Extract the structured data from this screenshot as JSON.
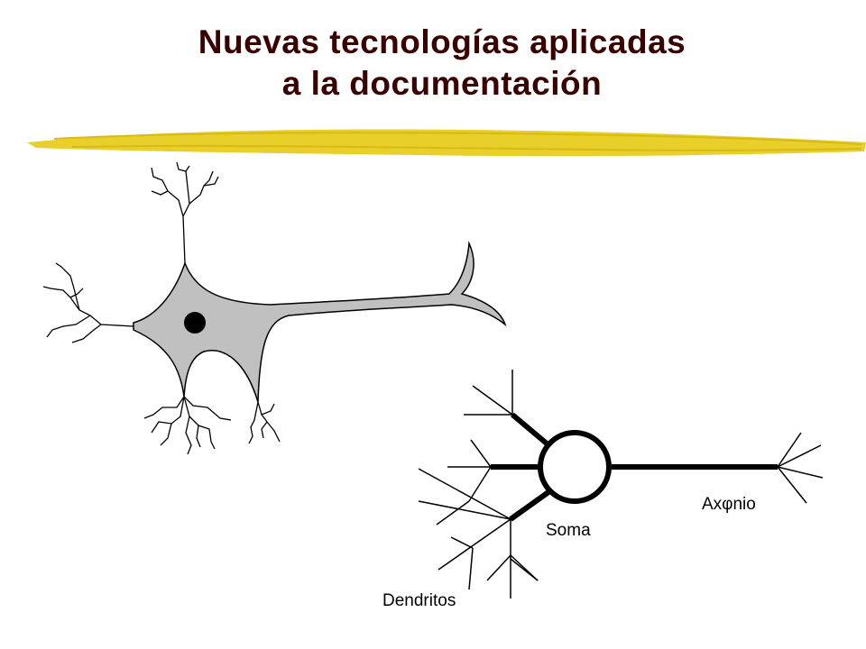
{
  "title": {
    "line1": "Nuevas tecnologías aplicadas",
    "line2": "a la documentación"
  },
  "colors": {
    "title_text": "#3a0000",
    "brush_stroke": "#e8cf2a",
    "brush_dark": "#d9ba15",
    "soma_fill": "#c0c0c0",
    "nucleus": "#000000",
    "line": "#000000"
  },
  "labels": {
    "soma": "Soma",
    "axon": "Axφnio",
    "dendrites": "Dendritos"
  }
}
